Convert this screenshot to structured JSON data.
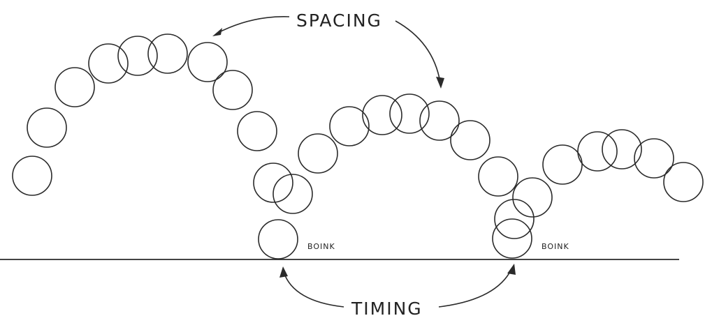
{
  "labels": {
    "spacing": "SPACING",
    "timing": "TIMING",
    "impact_1": "BOINK",
    "impact_2": "BOINK"
  },
  "colors": {
    "ink": "#2a2a2a",
    "background": "#ffffff"
  }
}
